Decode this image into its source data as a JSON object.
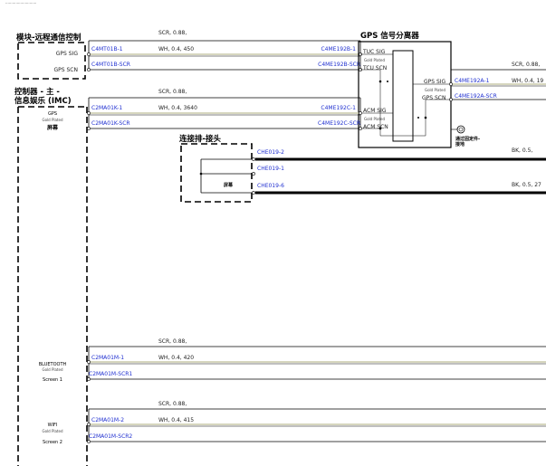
{
  "header": {
    "top_text": "···························"
  },
  "modules": {
    "telematics": {
      "title": "模块-远程通信控制",
      "pin1": "GPS SIG",
      "pin2": "GPS SCN"
    },
    "imc": {
      "title_line1": "控制器 - 主 -",
      "title_line2": "信息娱乐 (IMC)",
      "gps_label": "GPS",
      "gold": "Gold Plated",
      "screen": "屏幕",
      "bt_label": "BLUETOOTH",
      "bt_gold": "Gold Plated",
      "bt_screen": "Screen 1",
      "wifi_label": "WIFI",
      "wifi_gold": "Gold Plated",
      "wifi_screen": "Screen 2"
    },
    "splitter": {
      "title": "GPS 信号分离器",
      "tuc_sig": "TUC SIG",
      "tuc_gold": "Gold Plated",
      "tcu_scn": "TCU SCN",
      "acm_sig": "ACM SIG",
      "acm_gold": "Gold Plated",
      "acm_scn": "ACM SCN",
      "gps_sig": "GPS SIG",
      "gps_gold": "Gold Plated",
      "gps_scn": "GPS SCN",
      "ground_line1": "通过固定件-",
      "ground_line2": "接地"
    },
    "busbar": {
      "title": "连接排-接头",
      "screen": "屏幕"
    }
  },
  "connectors": {
    "c4mt01b_1": "C4MT01B-1",
    "c4mt01b_scr": "C4MT01B-SCR",
    "c4me192b_1": "C4ME192B-1",
    "c4me192b_scr": "C4ME192B-SCR",
    "c2ma01k_1": "C2MA01K-1",
    "c2ma01k_scr": "C2MA01K-SCR",
    "c4me192c_1": "C4ME192C-1",
    "c4me192c_scr": "C4ME192C-SCR",
    "c4me192a_1": "C4ME192A-1",
    "c4me192a_scr": "C4ME192A-SCR",
    "che019_2": "CHE019-2",
    "che019_1": "CHE019-1",
    "che019_6": "CHE019-6",
    "c2ma01m_1": "C2MA01M-1",
    "c2ma01m_scr1": "C2MA01M-SCR1",
    "c2ma01m_2": "C2MA01M-2",
    "c2ma01m_scr2": "C2MA01M-SCR2"
  },
  "wires": {
    "w1_scr": "SCR, 0.88,",
    "w1_wh": "WH, 0.4, 450",
    "w2_scr": "SCR, 0.88,",
    "w2_wh": "WH, 0.4, 3640",
    "w3_scr": "SCR, 0.88,",
    "w3_wh": "WH, 0.4, 19",
    "w4_bk": "BK, 0.5,",
    "w5_bk": "BK, 0.5, 27",
    "w6_scr": "SCR, 0.88,",
    "w6_wh": "WH, 0.4, 420",
    "w7_scr": "SCR, 0.88,",
    "w7_wh": "WH, 0.4, 415"
  },
  "colors": {
    "connector_text": "#1f2fd0",
    "wire_white": "#c9c9a8",
    "wire_black": "#000000",
    "outline": "#000000"
  }
}
